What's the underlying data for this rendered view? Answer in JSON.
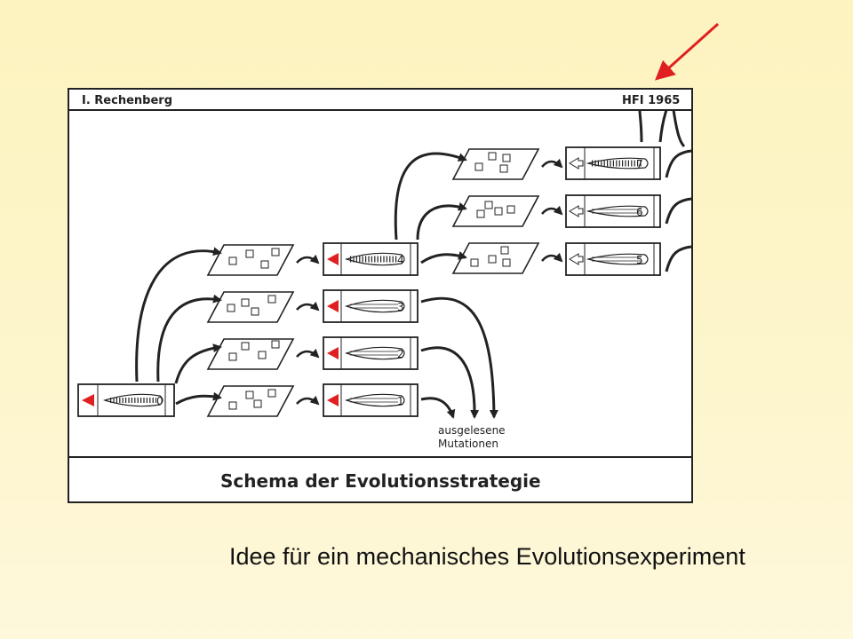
{
  "slide": {
    "caption": "Idee für ein mechanisches Evolutionsexperiment"
  },
  "diagram": {
    "author": "I. Rechenberg",
    "code": "HFI 1965",
    "title": "Schema der Evolutionsstrategie",
    "selected_label_line1": "ausgelesene",
    "selected_label_line2": "Mutationen",
    "column1_numbers": [
      "4",
      "3",
      "2",
      "1"
    ],
    "column2_numbers": [
      "7",
      "6",
      "5"
    ],
    "parent_number": "0"
  },
  "colors": {
    "pointer_arrow": "#e02020",
    "stamp_arrow": "#e02020",
    "ink": "#222222",
    "paper": "#ffffff",
    "background": "#fdf5cc"
  }
}
